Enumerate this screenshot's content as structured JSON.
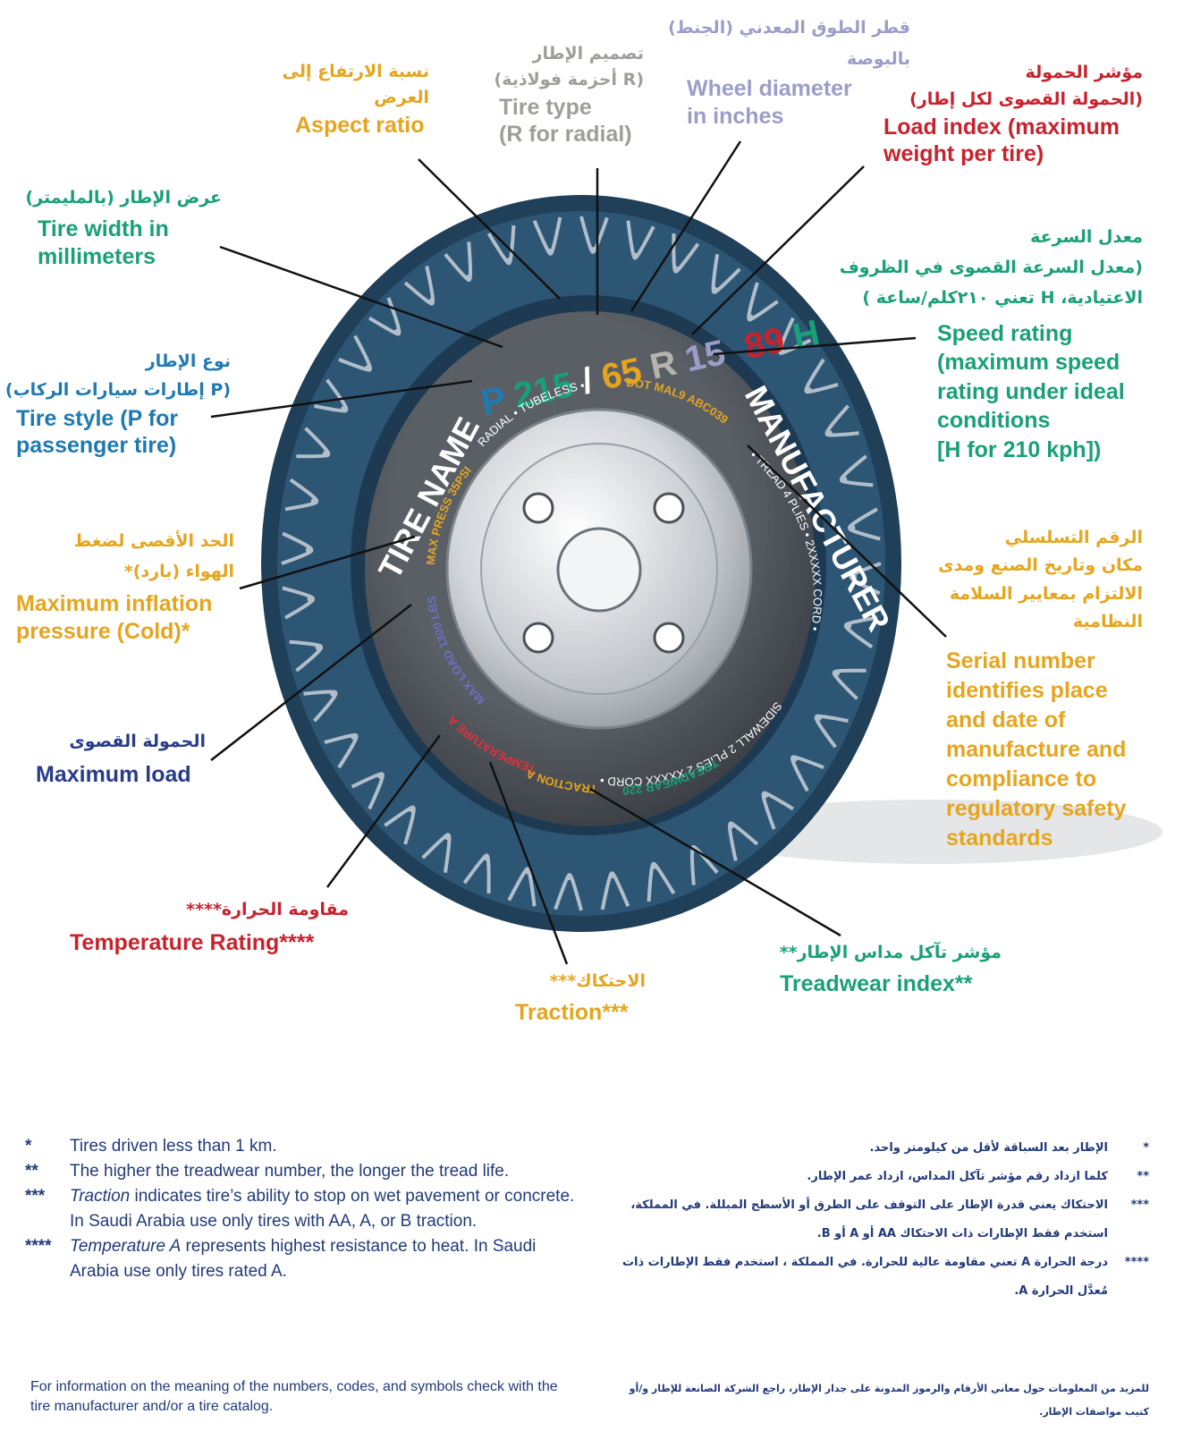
{
  "colors": {
    "green": "#1aa078",
    "yellow": "#e5a51f",
    "gray": "#9e9e99",
    "lavender": "#9c9dc9",
    "red": "#c8222d",
    "blue": "#1f7ab1",
    "navy": "#283c8c",
    "tire_dark": "#1d3a52",
    "tire_mid": "#3b6484"
  },
  "tire": {
    "size_p": "P",
    "size_width": "215",
    "size_slash": "/",
    "size_aspect": "65",
    "size_r": "R",
    "size_rim": "15",
    "size_load": "89",
    "size_speed": "H",
    "name": "TIRE NAME",
    "manufacturer": "MANUFACTURER",
    "arc_radial": "RADIAL • TUBELESS •",
    "arc_dot": "DOT MAL9 ABC039",
    "arc_tread": "• TREAD 4 PLIES • 2XXXXX CORD •",
    "arc_sidewall": "SIDEWALL 2 PLIES 2 XXXXX CORD •",
    "arc_maxpress": "MAX PRESS 35PSI",
    "arc_maxload": "MAX LOAD 1300 LBS",
    "arc_temp": "TEMPERATURE A",
    "arc_traction": "TRACTION A",
    "arc_treadwear": "TREADWEAR 220"
  },
  "labels": {
    "width": {
      "ar": [
        "عرض الإطار (بالمليمتر)"
      ],
      "en": [
        "Tire width in",
        "millimeters"
      ]
    },
    "aspect": {
      "ar": [
        "نسبة الارتفاع إلى",
        "العرض"
      ],
      "en": [
        "Aspect ratio"
      ]
    },
    "type": {
      "ar": [
        "تصميم الإطار",
        "(R أحزمة فولاذية)"
      ],
      "en": [
        "Tire type",
        "(R for radial)"
      ]
    },
    "diameter": {
      "ar": [
        "قطر الطوق المعدني (الجنط)",
        "بالبوصة"
      ],
      "en": [
        "Wheel diameter",
        "in inches"
      ]
    },
    "load_index": {
      "ar": [
        "مؤشر الحمولة",
        "(الحمولة القصوى لكل إطار)"
      ],
      "en": [
        "Load index (maximum",
        "weight per tire)"
      ]
    },
    "speed": {
      "ar": [
        "معدل السرعة",
        "(معدل السرعة القصوى في الظروف",
        "الاعتيادية، H تعني ٢١٠كلم/ساعة )"
      ],
      "en": [
        "Speed rating",
        "(maximum speed",
        "rating under ideal",
        "conditions",
        "[H for 210 kph])"
      ]
    },
    "style": {
      "ar": [
        "نوع الإطار",
        "(P إطارات سيارات الركاب)"
      ],
      "en": [
        "Tire style (P for",
        "passenger tire)"
      ]
    },
    "pressure": {
      "ar": [
        "الحد الأقصى لضغط",
        "الهواء (بارد)*"
      ],
      "en": [
        "Maximum inflation",
        "pressure (Cold)*"
      ]
    },
    "serial": {
      "ar": [
        "الرقم التسلسلي",
        "مكان وتاريخ الصنع ومدى",
        "الالتزام بمعايير السلامة",
        "النظامية"
      ],
      "en": [
        "Serial number",
        "identifies place",
        "and date of",
        "manufacture and",
        "compliance to",
        "regulatory safety",
        "standards"
      ]
    },
    "max_load": {
      "ar": [
        "الحمولة القصوى"
      ],
      "en": [
        "Maximum load"
      ]
    },
    "temperature": {
      "ar": [
        "مقاومة الحرارة****"
      ],
      "en": [
        "Temperature Rating****"
      ]
    },
    "traction": {
      "ar": [
        "الاحتكاك***"
      ],
      "en": [
        "Traction***"
      ]
    },
    "treadwear": {
      "ar": [
        "مؤشر تآكل مداس الإطار**"
      ],
      "en": [
        "Treadwear index**"
      ]
    }
  },
  "notes_en": [
    {
      "star": "*",
      "text": "Tires driven less than 1 km."
    },
    {
      "star": "**",
      "text": "The higher the treadwear number, the longer the tread life."
    },
    {
      "star": "***",
      "em": "Traction",
      "text": " indicates tire’s ability to stop on wet pavement or concrete. In Saudi Arabia use only tires with AA, A, or B traction."
    },
    {
      "star": "****",
      "em": "Temperature A",
      "text": " represents highest resistance to heat. In Saudi Arabia use only tires rated A."
    }
  ],
  "notes_ar": [
    {
      "star": "*",
      "text": "الإطار بعد السباقة لأقل من كيلومتر واحد."
    },
    {
      "star": "**",
      "text": "كلما ازداد رقم مؤشر تآكل المداس، ازداد عمر الإطار."
    },
    {
      "star": "***",
      "text": "الاحتكاك يعني قدرة الإطار على التوقف على الطرق أو الأسطح المبللة. في المملكة، استخدم فقط الإطارات ذات الاحتكاك AA أو A أو B."
    },
    {
      "star": "****",
      "text": "درجة الحرارة A تعني مقاومة عالية للحرارة. في المملكة ، استخدم فقط الإطارات ذات مُعدَّل الحرارة A."
    }
  ],
  "footer_en": "For information on the meaning of the numbers, codes, and symbols check with the tire manufacturer and/or a tire catalog.",
  "footer_ar": "للمزيد من المعلومات حول معاني الأرقام والرموز المدونة على جدار الإطار، راجع الشركة الصانعة للإطار و/أو كتيب مواصفات الإطار."
}
